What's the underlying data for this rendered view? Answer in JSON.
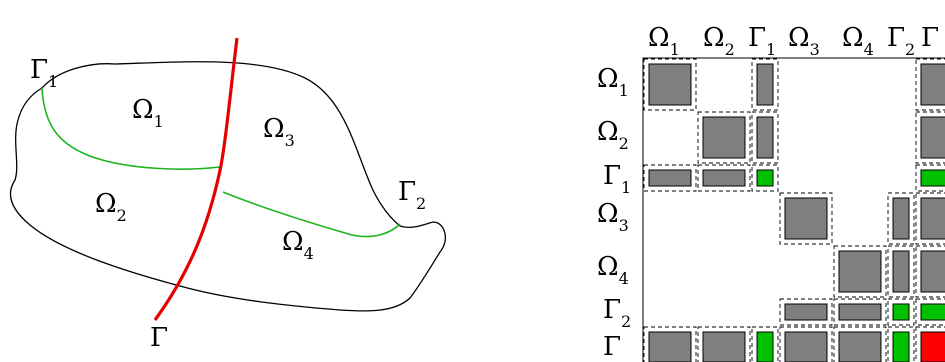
{
  "domain_labels": [
    {
      "id": "omega1",
      "base": "Ω",
      "sub": "1"
    },
    {
      "id": "omega2",
      "base": "Ω",
      "sub": "2"
    },
    {
      "id": "omega3",
      "base": "Ω",
      "sub": "3"
    },
    {
      "id": "omega4",
      "base": "Ω",
      "sub": "4"
    }
  ],
  "interface_labels": [
    {
      "id": "gamma1",
      "base": "Γ",
      "sub": "1"
    },
    {
      "id": "gamma2",
      "base": "Γ",
      "sub": "2"
    },
    {
      "id": "gamma",
      "base": "Γ",
      "sub": ""
    }
  ],
  "matrix": {
    "column_labels": [
      {
        "base": "Ω",
        "sub": "1"
      },
      {
        "base": "Ω",
        "sub": "2"
      },
      {
        "base": "Γ",
        "sub": "1"
      },
      {
        "base": "Ω",
        "sub": "3"
      },
      {
        "base": "Ω",
        "sub": "4"
      },
      {
        "base": "Γ",
        "sub": "2"
      },
      {
        "base": "Γ",
        "sub": ""
      }
    ],
    "row_labels": [
      {
        "base": "Ω",
        "sub": "1"
      },
      {
        "base": "Ω",
        "sub": "2"
      },
      {
        "base": "Γ",
        "sub": "1"
      },
      {
        "base": "Ω",
        "sub": "3"
      },
      {
        "base": "Ω",
        "sub": "4"
      },
      {
        "base": "Γ",
        "sub": "2"
      },
      {
        "base": "Γ",
        "sub": ""
      }
    ],
    "blocks": [
      [
        1,
        0,
        1,
        0,
        0,
        0,
        1
      ],
      [
        0,
        1,
        1,
        0,
        0,
        0,
        1
      ],
      [
        1,
        1,
        2,
        0,
        0,
        0,
        2
      ],
      [
        0,
        0,
        0,
        1,
        0,
        1,
        1
      ],
      [
        0,
        0,
        0,
        0,
        1,
        1,
        1
      ],
      [
        0,
        0,
        0,
        1,
        1,
        2,
        2
      ],
      [
        1,
        1,
        2,
        1,
        1,
        2,
        3
      ]
    ]
  },
  "colors": {
    "domain_outline": "#000000",
    "interface_gamma": "#e60000",
    "interface_sub": "#1db31d",
    "block_gray": "#7f7f7f",
    "block_green": "#00c000",
    "block_red": "#ff0000"
  }
}
